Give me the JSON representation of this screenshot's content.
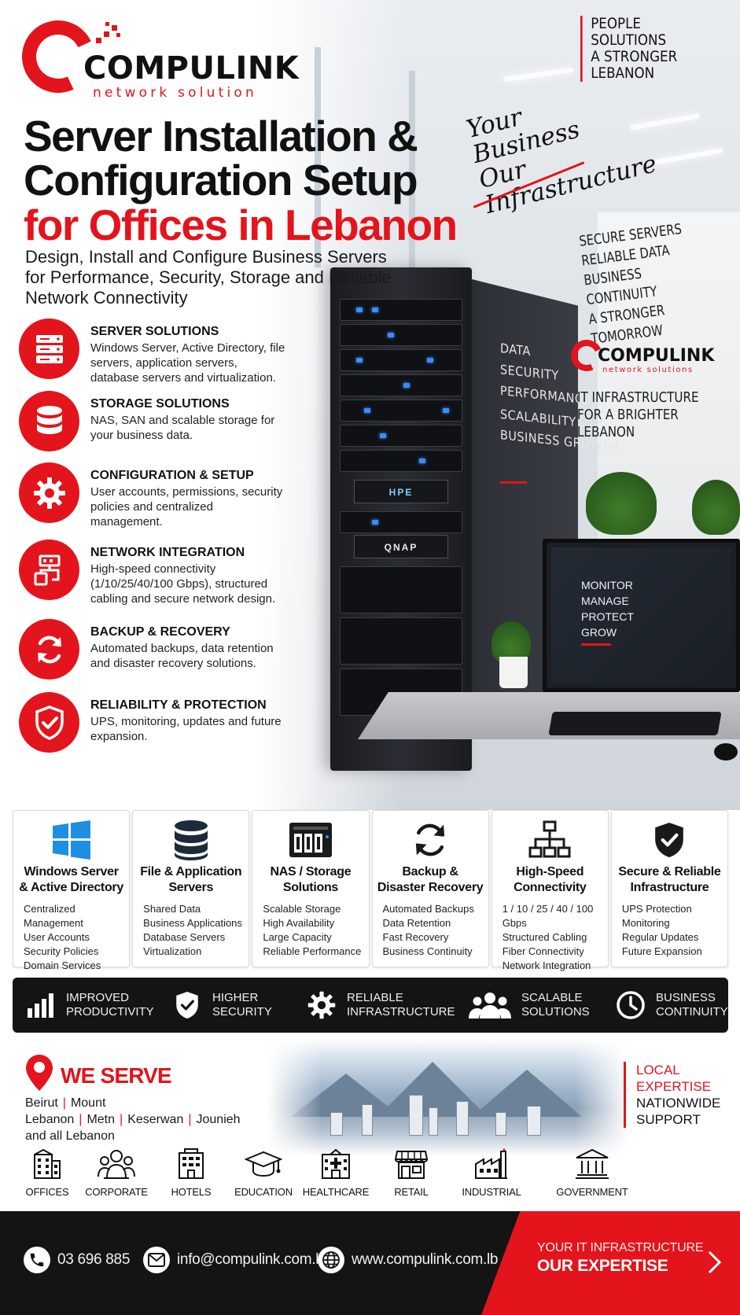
{
  "brand": {
    "name": "COMPULINK",
    "tagline": "network solution",
    "accent_color": "#e3141b"
  },
  "slogan": [
    "PEOPLE",
    "SOLUTIONS",
    "A STRONGER",
    "LEBANON"
  ],
  "script_text": [
    "Your",
    "Business",
    "Our",
    "Infrastructure"
  ],
  "headline": {
    "line1": "Server Installation &",
    "line2": "Configuration Setup",
    "line3": "for Offices in Lebanon"
  },
  "subheadline": "Design, Install and Configure Business Servers for Performance, Security, Storage and Reliable Network Connectivity",
  "wall_text": [
    "SECURE SERVERS",
    "RELIABLE DATA",
    "BUSINESS CONTINUITY",
    "A STRONGER TOMORROW"
  ],
  "wall_logo": {
    "name": "COMPULINK",
    "tagline": "network solutions"
  },
  "wall_text2": [
    "IT INFRASTRUCTURE",
    "FOR A BRIGHTER",
    "LEBANON"
  ],
  "rack_words": [
    "DATA",
    "SECURITY",
    "PERFORMANCE",
    "SCALABILITY",
    "BUSINESS GROWTH"
  ],
  "rack_labels": [
    "HPE",
    "QNAP"
  ],
  "monitor_words": [
    "MONITOR",
    "MANAGE",
    "PROTECT",
    "GROW"
  ],
  "features": [
    {
      "icon": "server-icon",
      "title": "SERVER SOLUTIONS",
      "desc": "Windows Server, Active Directory, file servers, application servers, database servers and virtualization."
    },
    {
      "icon": "database-icon",
      "title": "STORAGE SOLUTIONS",
      "desc": "NAS, SAN and scalable storage for your business data."
    },
    {
      "icon": "gear-icon",
      "title": "CONFIGURATION & SETUP",
      "desc": "User accounts, permissions, security policies and centralized management."
    },
    {
      "icon": "network-icon",
      "title": "NETWORK INTEGRATION",
      "desc": "High-speed connectivity (1/10/25/40/100 Gbps), structured cabling and secure network design."
    },
    {
      "icon": "sync-icon",
      "title": "BACKUP & RECOVERY",
      "desc": "Automated backups, data retention and disaster recovery solutions."
    },
    {
      "icon": "shield-check-icon",
      "title": "RELIABILITY & PROTECTION",
      "desc": "UPS, monitoring, updates and future expansion."
    }
  ],
  "cards": [
    {
      "icon": "windows-icon",
      "title": "Windows Server & Active Directory",
      "items": [
        "Centralized Management",
        "User Accounts",
        "Security Policies",
        "Domain Services"
      ]
    },
    {
      "icon": "database-icon",
      "title": "File & Application Servers",
      "items": [
        "Shared Data",
        "Business Applications",
        "Database Servers",
        "Virtualization"
      ]
    },
    {
      "icon": "nas-icon",
      "title": "NAS / Storage Solutions",
      "items": [
        "Scalable Storage",
        "High Availability",
        "Large Capacity",
        "Reliable Performance"
      ]
    },
    {
      "icon": "sync-icon",
      "title": "Backup & Disaster Recovery",
      "items": [
        "Automated Backups",
        "Data Retention",
        "Fast Recovery",
        "Business Continuity"
      ]
    },
    {
      "icon": "hierarchy-icon",
      "title": "High-Speed Connectivity",
      "items": [
        "1 / 10 / 25 / 40 / 100 Gbps",
        "Structured Cabling",
        "Fiber Connectivity",
        "Network Integration"
      ]
    },
    {
      "icon": "shield-check-icon",
      "title": "Secure & Reliable Infrastructure",
      "items": [
        "UPS Protection",
        "Monitoring",
        "Regular Updates",
        "Future Expansion"
      ]
    }
  ],
  "benefits": [
    {
      "icon": "bar-chart-icon",
      "l1": "IMPROVED",
      "l2": "PRODUCTIVITY"
    },
    {
      "icon": "shield-check-icon",
      "l1": "HIGHER",
      "l2": "SECURITY"
    },
    {
      "icon": "gear-icon",
      "l1": "RELIABLE",
      "l2": "INFRASTRUCTURE"
    },
    {
      "icon": "users-icon",
      "l1": "SCALABLE",
      "l2": "SOLUTIONS"
    },
    {
      "icon": "clock-icon",
      "l1": "BUSINESS",
      "l2": "CONTINUITY"
    }
  ],
  "serve": {
    "title": "WE SERVE",
    "cities": [
      "Beirut",
      "Mount Lebanon",
      "Metn",
      "Keserwan",
      "Jounieh"
    ],
    "tail": "and all Lebanon"
  },
  "expertise": {
    "l1": "LOCAL",
    "l2": "EXPERTISE",
    "l3": "NATIONWIDE",
    "l4": "SUPPORT"
  },
  "sectors": [
    {
      "icon": "office-building-icon",
      "label": "OFFICES"
    },
    {
      "icon": "people-group-icon",
      "label": "CORPORATE"
    },
    {
      "icon": "hotel-icon",
      "label": "HOTELS"
    },
    {
      "icon": "graduation-cap-icon",
      "label": "EDUCATION"
    },
    {
      "icon": "hospital-icon",
      "label": "HEALTHCARE"
    },
    {
      "icon": "store-icon",
      "label": "RETAIL"
    },
    {
      "icon": "factory-icon",
      "label": "INDUSTRIAL"
    },
    {
      "icon": "government-building-icon",
      "label": "GOVERNMENT"
    }
  ],
  "footer": {
    "phone": "03 696 885",
    "email": "info@compulink.com.lb",
    "website": "www.compulink.com.lb",
    "tag1": "YOUR IT INFRASTRUCTURE",
    "tag2": "OUR EXPERTISE"
  }
}
